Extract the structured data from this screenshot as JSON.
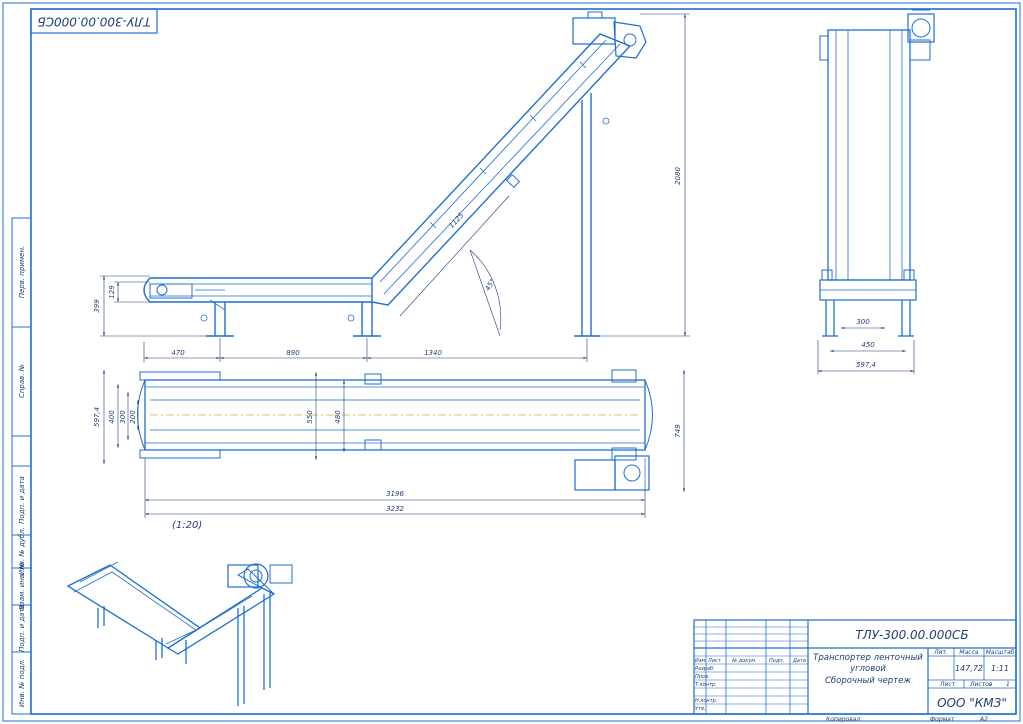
{
  "stamp_top": "ТЛУ-300.00.000СБ",
  "side_labels": [
    "Перв. примен.",
    "Справ. №",
    "Подп. и дата",
    "Инв. № дубл.",
    "Взам. инв. №",
    "Подп. и дата",
    "Инв. № подл."
  ],
  "dims": {
    "d470": "470",
    "d890": "890",
    "d1340": "1340",
    "d399": "399",
    "d129": "129",
    "d2080": "2080",
    "d1125": "1125",
    "angle": "45°",
    "d300": "300",
    "d450": "450",
    "d597a": "597,4",
    "d597b": "597,4",
    "d400": "400",
    "d300b": "300",
    "d200": "200",
    "d550": "550",
    "d480": "480",
    "d749": "749",
    "d3196": "3196",
    "d3232": "3232"
  },
  "scale_note": "(1:20)",
  "title_block": {
    "designation": "ТЛУ-300.00.000СБ",
    "name_line1": "Транспортер ленточный",
    "name_line2": "угловой",
    "name_line3": "Сборочный чертеж",
    "col_lit": "Лит.",
    "col_mass": "Масса",
    "col_scale": "Масштаб",
    "mass": "147,72",
    "scale": "1:11",
    "sheet_label": "Лист",
    "sheets_label": "Листов",
    "sheets_value": "1",
    "company": "ООО \"КМЗ\"",
    "row_izm": "Изм.",
    "row_list": "Лист",
    "row_doc": "№ докум.",
    "row_sign": "Подп.",
    "row_date": "Дата",
    "row_razrab": "Разраб.",
    "row_prov": "Пров.",
    "row_tkontr": "Т.контр.",
    "row_nkontr": "Н.контр.",
    "row_utv": "Утв."
  },
  "footer": {
    "copied": "Копировал",
    "format": "Формат",
    "format_value": "А2"
  }
}
